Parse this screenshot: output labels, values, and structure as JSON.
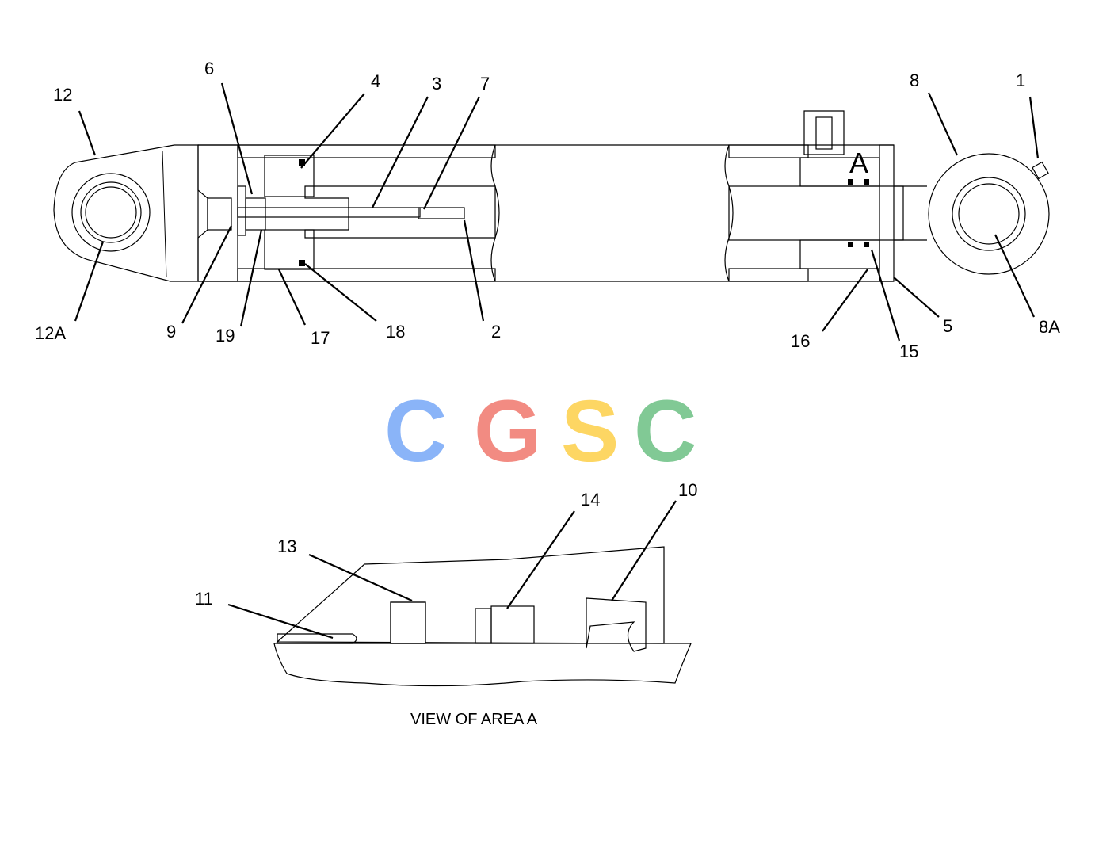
{
  "callouts": {
    "c12": "12",
    "c6": "6",
    "c4": "4",
    "c3": "3",
    "c7": "7",
    "c8": "8",
    "c1": "1",
    "cA": "A",
    "c12A": "12A",
    "c9": "9",
    "c19": "19",
    "c17": "17",
    "c18": "18",
    "c2": "2",
    "c16": "16",
    "c15": "15",
    "c5": "5",
    "c8A": "8A",
    "c13": "13",
    "c14": "14",
    "c10": "10",
    "c11": "11"
  },
  "caption": "VIEW OF AREA A",
  "watermark": {
    "text": "CGSC",
    "letters": [
      "C",
      "G",
      "S",
      "C"
    ],
    "colors": [
      "#8ab4f8",
      "#f28b82",
      "#fdd663",
      "#81c995"
    ]
  },
  "colors": {
    "line": "#000000",
    "background": "#ffffff"
  }
}
